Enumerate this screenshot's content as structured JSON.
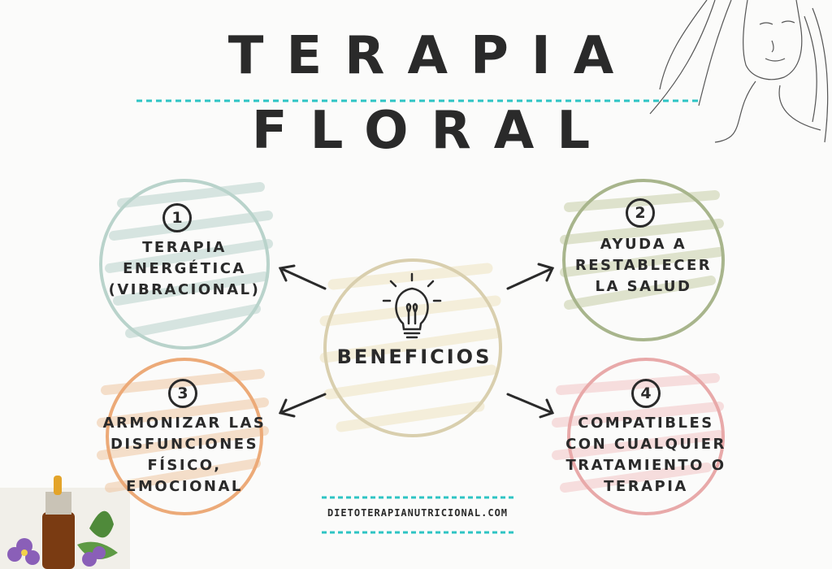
{
  "title": {
    "line1": "TERAPIA",
    "line2": "FLORAL"
  },
  "center": {
    "label": "BENEFICIOS",
    "icon": "lightbulb-icon"
  },
  "benefits": [
    {
      "number": "1",
      "lines": [
        "TERAPIA",
        "ENERGÉTICA",
        "(VIBRACIONAL)"
      ],
      "color": "#b9d3cb"
    },
    {
      "number": "2",
      "lines": [
        "AYUDA A",
        "RESTABLECER",
        "LA SALUD"
      ],
      "color": "#a8b58c"
    },
    {
      "number": "3",
      "lines": [
        "ARMONIZAR LAS",
        "DISFUNCIONES",
        "FÍSICO,",
        "EMOCIONAL"
      ],
      "color": "#ecaa78"
    },
    {
      "number": "4",
      "lines": [
        "COMPATIBLES",
        "CON CUALQUIER",
        "TRATAMIENTO O",
        "TERAPIA"
      ],
      "color": "#e8a9a9"
    }
  ],
  "footer": {
    "website": "DIETOTERAPIANUTRICIONAL.COM"
  },
  "colors": {
    "accent_dash": "#2ec4c4",
    "center_ring": "#d9cfae",
    "text": "#2a2a2a"
  }
}
